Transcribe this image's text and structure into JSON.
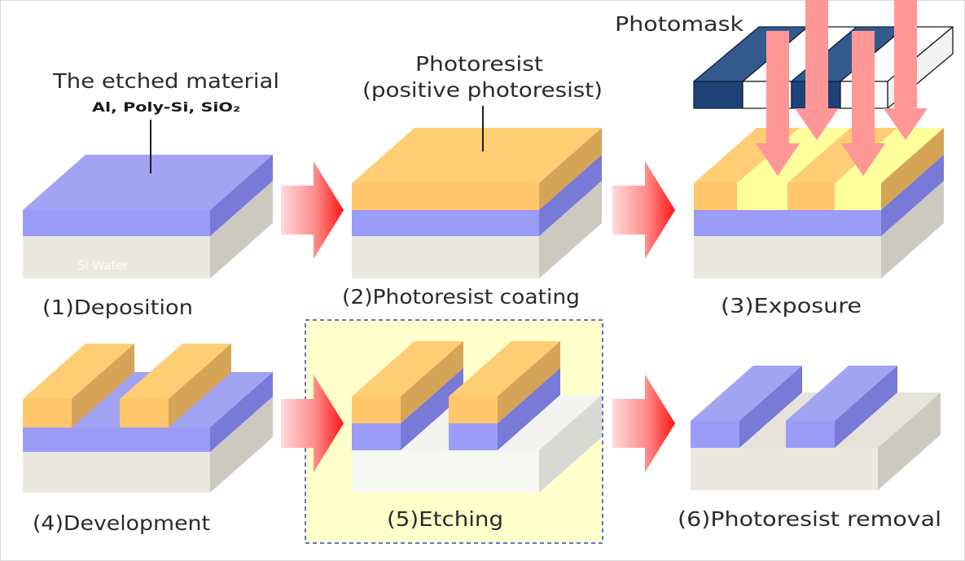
{
  "annotations": {
    "etched_material": {
      "title": "The etched material",
      "examples": "Al, Poly-Si, SiO₂"
    },
    "wafer": "Si Wafer",
    "photoresist": {
      "title": "Photoresist",
      "type": "(positive photoresist)"
    },
    "photomask": "Photomask"
  },
  "steps": [
    {
      "label": "(1)Deposition"
    },
    {
      "label": "(2)Photoresist coating"
    },
    {
      "label": "(3)Exposure"
    },
    {
      "label": "(4)Development"
    },
    {
      "label": "(5)Etching"
    },
    {
      "label": "(6)Photoresist removal"
    }
  ],
  "colors": {
    "etched_material": {
      "top": "#a3a3f4",
      "front": "#9b9bf8",
      "side": "#7979d8"
    },
    "photoresist": {
      "top": "#ffcd74",
      "front": "#ffc66b",
      "side": "#d6a457"
    },
    "exposed_photoresist": {
      "top": "#ffff9c",
      "front": "#ffff9c",
      "side": "#e3dc78"
    },
    "si_wafer": {
      "top": "#e6e4da",
      "front": "#ebe9df",
      "side": "#cccac0"
    },
    "etched_wafer": {
      "top": "#f3f3f0",
      "front": "#f6f6f3",
      "side": "#d9d9d4"
    },
    "photomask_opaque": {
      "top": "#34598d",
      "front": "#1e4277",
      "side": "#16335f",
      "edge": "#0d2448"
    },
    "photomask_clear": {
      "top": "#ffffff",
      "front": "#ffffff",
      "side": "#f2f2f2",
      "edge": "#1a1a1a"
    },
    "exposure_light": "#ff9797",
    "process_arrow_start": "#ffdada",
    "process_arrow_mid": "#ff8a8a",
    "process_arrow_end": "#ff1414",
    "etching_highlight_fill": "#ffffcc",
    "etching_highlight_border": "#3242cc"
  }
}
